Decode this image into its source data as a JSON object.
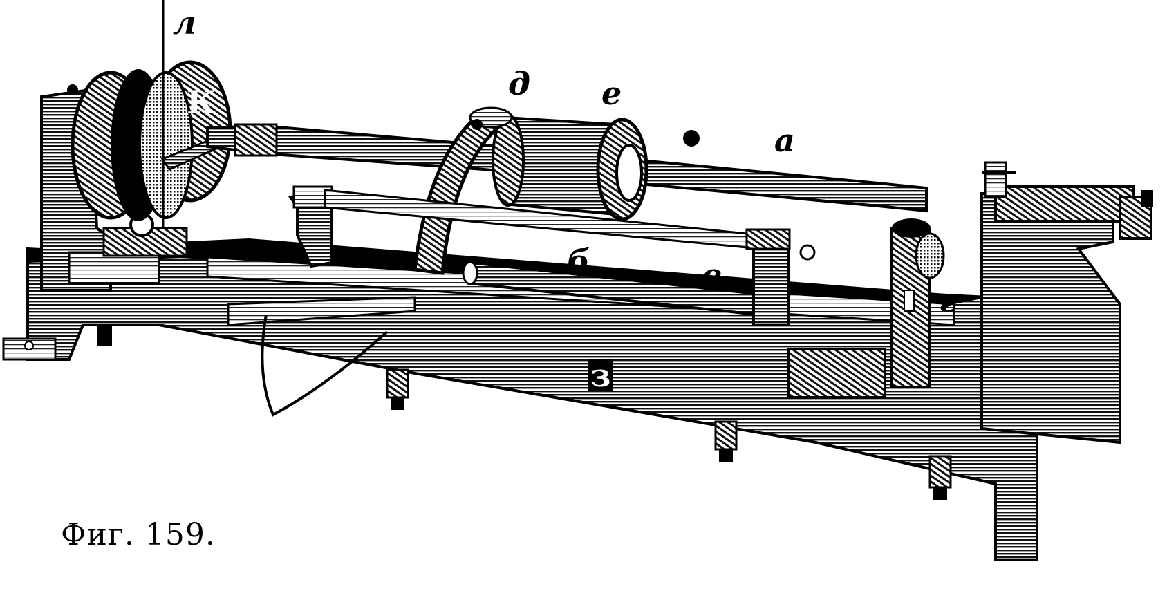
{
  "figure": {
    "caption": "Фиг. 159.",
    "labels": {
      "l": "л",
      "k": "К",
      "d": "д",
      "e": "е",
      "a": "а",
      "b": "б",
      "v": "в",
      "g": "г",
      "z": "з"
    },
    "colors": {
      "ink": "#000000",
      "paper": "#ffffff",
      "hatch": "#1a1a1a"
    }
  }
}
